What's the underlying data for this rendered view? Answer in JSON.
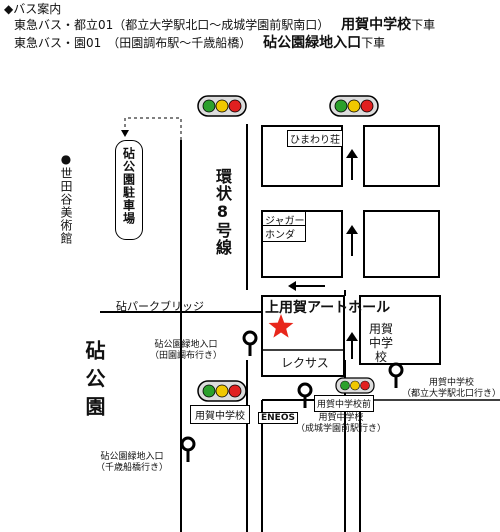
{
  "header": {
    "section_title": "◆バス案内",
    "line1_route": "東急バス・都立01（都立大学駅北口～成城学園前駅南口）",
    "line1_stop": "用賀中学校",
    "line1_suffix": "下車",
    "line2_route": "東急バス・園01　（田園調布駅～千歳船橋）",
    "line2_stop": "砧公園緑地入口",
    "line2_suffix": "下車"
  },
  "map": {
    "setagaya_museum": "●世田谷美術館",
    "kinuta_parking": "砧公園駐車場",
    "kanjo8": "環状8号線",
    "himawari": "ひまわり荘",
    "jaguar": "ジャガー",
    "honda": "ホンダ",
    "kinuta_park_bridge": "砧パークブリッジ",
    "venue": "上用賀アートホール",
    "youga_junior_high": "用賀中学校",
    "lexus": "レクサス",
    "kinuta_park": "砧公園",
    "youga_jhs_signal": "用賀中学校",
    "youga_jhs_mae": "用賀中学校前",
    "eneos": "ENEOS",
    "stop_ryokuchi_north": "砧公園緑地入口",
    "stop_ryokuchi_north_dir": "（田園調布行き）",
    "stop_ryokuchi_south": "砧公園緑地入口",
    "stop_ryokuchi_south_dir": "（千歳船橋行き）",
    "stop_youga_jhs_center": "用賀中学校",
    "stop_youga_jhs_center_dir": "（成城学園前駅行き）",
    "stop_youga_jhs_right": "用賀中学校",
    "stop_youga_jhs_right_dir": "（都立大学駅北口行き）"
  },
  "colors": {
    "venue_star": "#e8261b",
    "signal_red": "#e02020",
    "signal_yellow": "#f0c800",
    "signal_green": "#2ca02c"
  }
}
